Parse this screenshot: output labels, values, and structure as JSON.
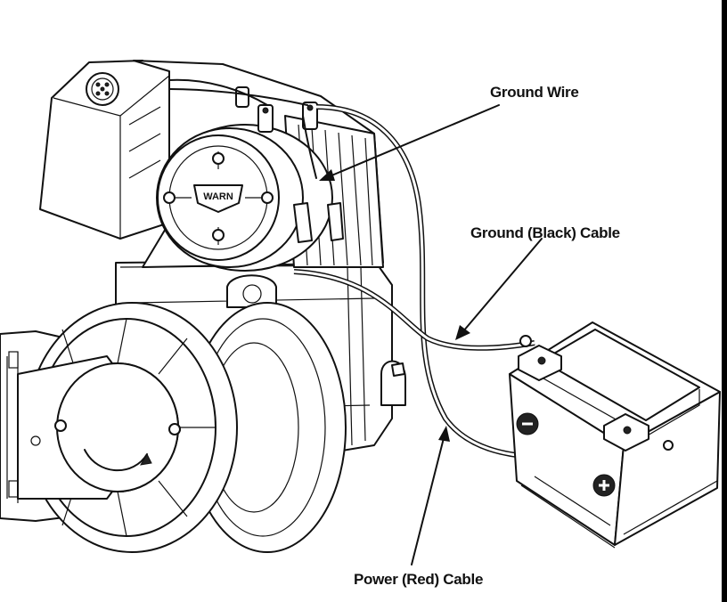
{
  "labels": {
    "ground_wire": "Ground Wire",
    "ground_black_cable": "Ground (Black) Cable",
    "power_red_cable": "Power (Red) Cable"
  },
  "logo_text": "WARN",
  "battery_terminals": {
    "negative_symbol": "minus-symbol",
    "positive_symbol": "plus-symbol"
  },
  "colors": {
    "line": "#111111",
    "background": "#ffffff",
    "right_border": "#000000"
  }
}
